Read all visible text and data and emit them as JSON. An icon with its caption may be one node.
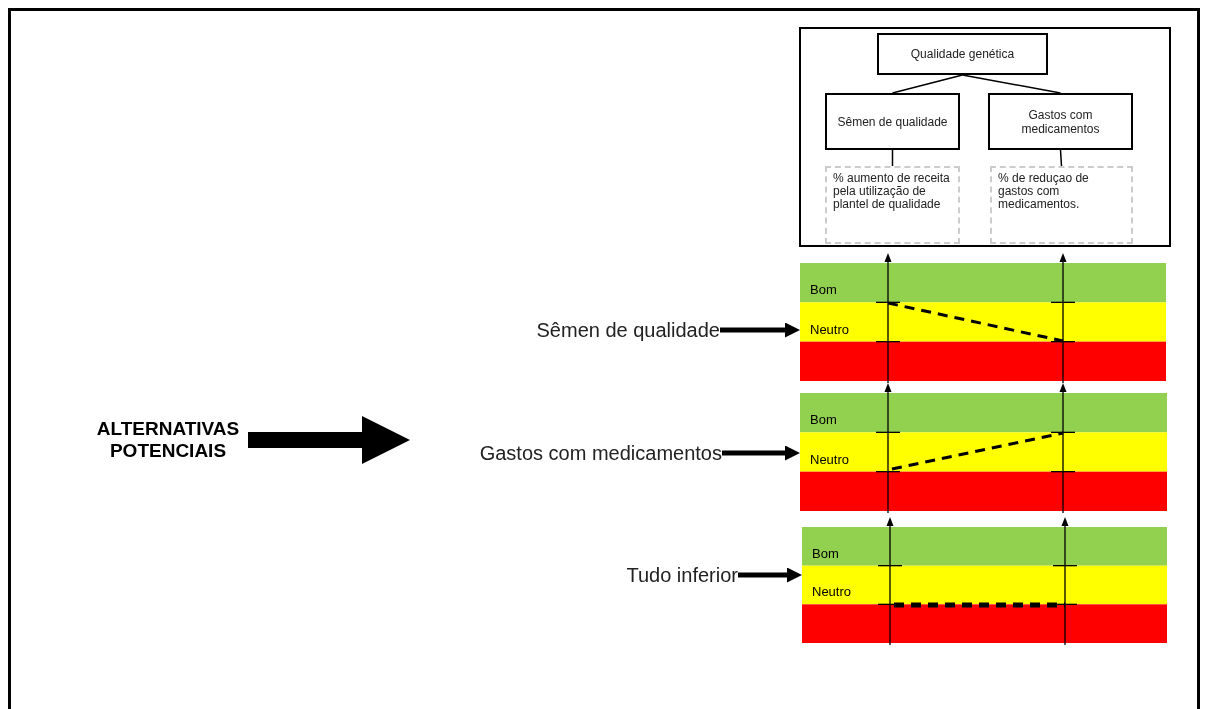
{
  "diagram": {
    "nodes": [
      {
        "text": [
          "Qualidade genética"
        ]
      },
      {
        "text": [
          "Sêmen de qualidade"
        ]
      },
      {
        "text": [
          "Gastos com medicamentos"
        ]
      },
      {
        "text": [
          "% aumento de receita pela utilização de plantel de qualidade"
        ]
      },
      {
        "text": [
          "% de reduçao de gastos com medicamentos."
        ]
      },
      {
        "text": [
          "ALTERNATIVAS POTENCIAIS"
        ]
      },
      {
        "text": [
          "Sêmen de qualidade"
        ]
      },
      {
        "text": [
          "Gastos com medicamentos"
        ]
      },
      {
        "text": [
          "Tudo inferior"
        ]
      },
      {
        "text": [
          "Bom",
          "Neutro"
        ]
      },
      {
        "text": [
          "Bom",
          "Neutro"
        ]
      },
      {
        "text": [
          "Bom",
          "Neutro"
        ]
      }
    ],
    "edges": [
      {
        "from": 0,
        "to": 1,
        "arrow": "none"
      },
      {
        "from": 0,
        "to": 2,
        "arrow": "none"
      },
      {
        "from": 1,
        "to": 3,
        "arrow": "none"
      },
      {
        "from": 2,
        "to": 4,
        "arrow": "none"
      },
      {
        "from": 5,
        "to": 7,
        "arrow": "to",
        "style": "thick"
      },
      {
        "from": 6,
        "to": 9,
        "arrow": "to",
        "style": "thick"
      },
      {
        "from": 7,
        "to": 10,
        "arrow": "to",
        "style": "thick"
      },
      {
        "from": 8,
        "to": 11,
        "arrow": "to",
        "style": "thick"
      }
    ]
  }
}
